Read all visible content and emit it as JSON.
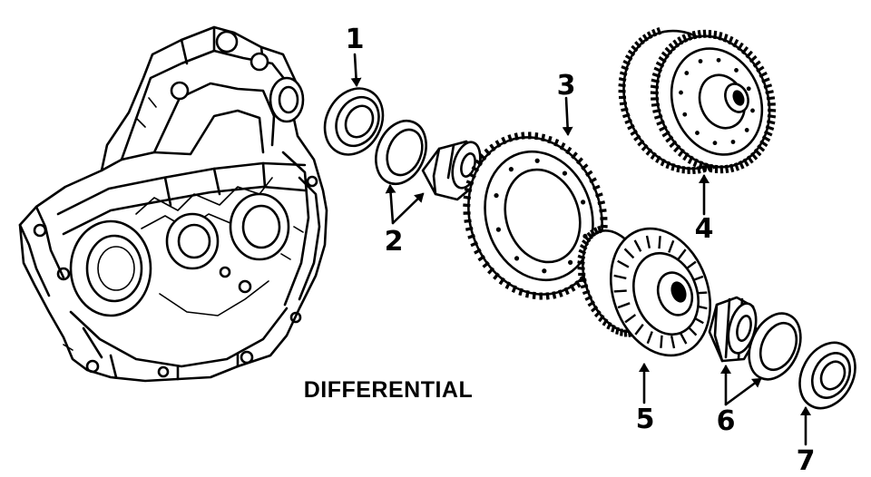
{
  "diagram": {
    "title": "DIFFERENTIAL",
    "callouts": [
      {
        "id": "1",
        "label": "1"
      },
      {
        "id": "2",
        "label": "2"
      },
      {
        "id": "3",
        "label": "3"
      },
      {
        "id": "4",
        "label": "4"
      },
      {
        "id": "5",
        "label": "5"
      },
      {
        "id": "6",
        "label": "6"
      },
      {
        "id": "7",
        "label": "7"
      }
    ]
  }
}
